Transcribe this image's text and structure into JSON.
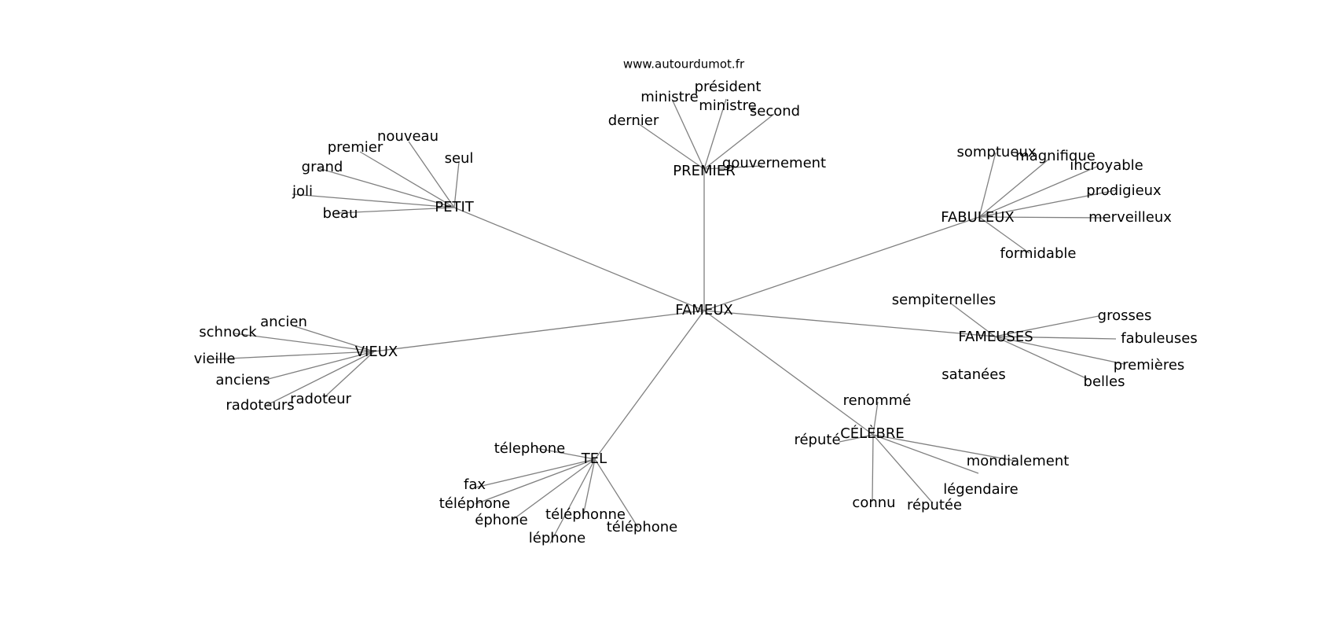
{
  "source": "www.autourdumot.fr",
  "colors": {
    "edge": "#808080",
    "text": "#000000",
    "background": "#ffffff"
  },
  "center": "FAMEUX",
  "clusters": [
    {
      "hub": "PREMIER",
      "leaves": [
        "dernier",
        "ministre",
        "président ministre",
        "second",
        "gouvernement"
      ]
    },
    {
      "hub": "PETIT",
      "leaves": [
        "nouveau",
        "premier",
        "grand",
        "seul",
        "joli",
        "beau"
      ]
    },
    {
      "hub": "FABULEUX",
      "leaves": [
        "somptueux",
        "magnifique",
        "incroyable",
        "prodigieux",
        "merveilleux",
        "formidable"
      ]
    },
    {
      "hub": "VIEUX",
      "leaves": [
        "ancien",
        "schnock",
        "vieille",
        "anciens",
        "radoteur",
        "radoteurs"
      ]
    },
    {
      "hub": "FAMEUSES",
      "leaves": [
        "sempiternelles",
        "grosses",
        "fabuleuses",
        "premières",
        "belles",
        "satanées"
      ]
    },
    {
      "hub": "CÉLÈBRE",
      "leaves": [
        "renommé",
        "réputé",
        "mondialement",
        "légendaire",
        "réputée",
        "connu"
      ]
    },
    {
      "hub": "TEL",
      "leaves": [
        "télephone",
        "fax",
        "téléphone",
        "éphone",
        "téléphonne",
        "téléphone",
        "léphone"
      ]
    }
  ]
}
